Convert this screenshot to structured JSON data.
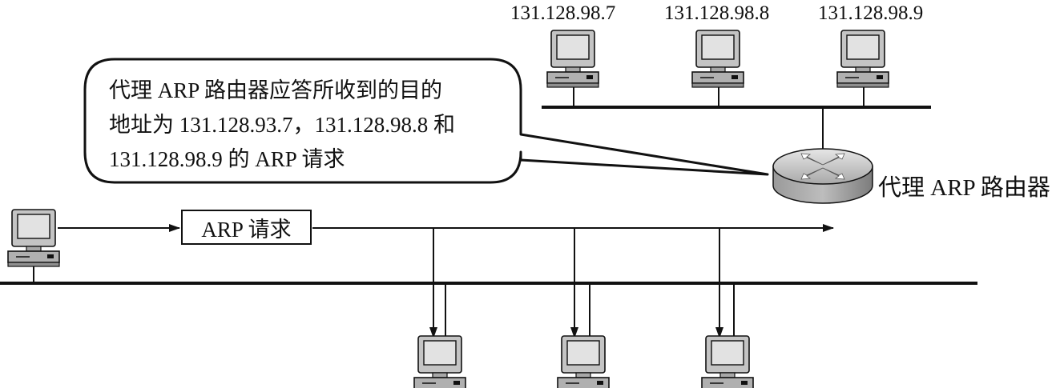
{
  "top_hosts": [
    {
      "ip": "131.128.98.7"
    },
    {
      "ip": "131.128.98.8"
    },
    {
      "ip": "131.128.98.9"
    }
  ],
  "callout": {
    "lines": [
      "代理 ARP 路由器应答所收到的目的",
      "地址为 131.128.93.7，131.128.98.8 和",
      "131.128.98.9 的 ARP 请求"
    ]
  },
  "router": {
    "label": "代理 ARP 路由器"
  },
  "request": {
    "label": "ARP 请求"
  },
  "colors": {
    "line": "#111111",
    "device_fill": "#b9b9b9",
    "screen": "#d9d9d9",
    "router_body": "#8c8c8c"
  }
}
